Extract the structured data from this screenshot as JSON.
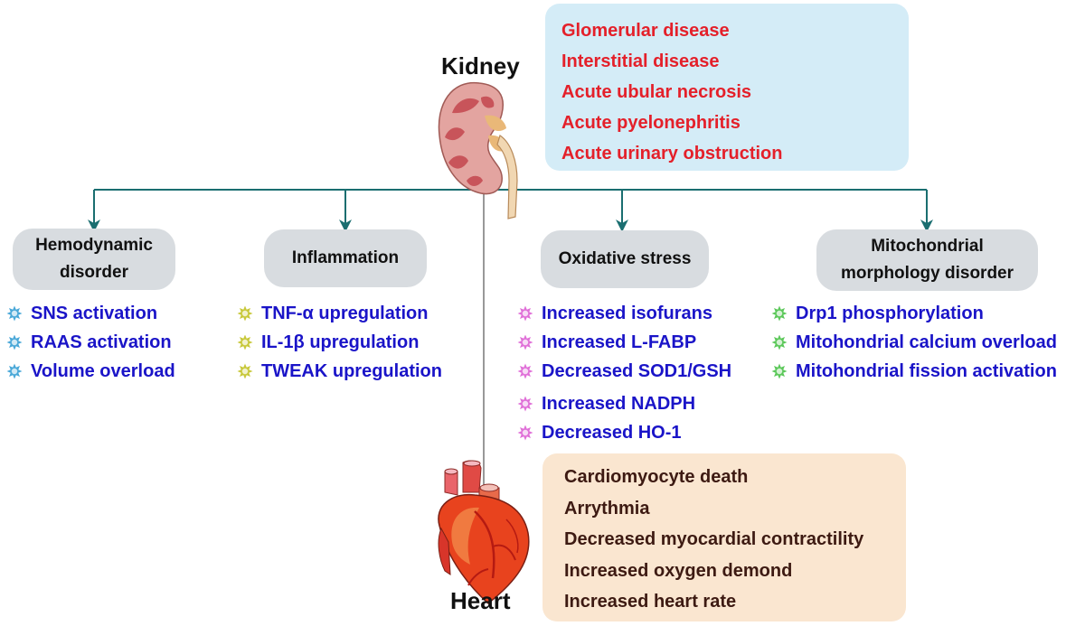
{
  "kidney_label": "Kidney",
  "heart_label": "Heart",
  "kidney_diseases": [
    "Glomerular disease",
    "Interstitial disease",
    "Acute ubular necrosis",
    "Acute pyelonephritis",
    "Acute urinary obstruction"
  ],
  "heart_effects": [
    "Cardiomyocyte death",
    "Arrythmia",
    "Decreased myocardial contractility",
    "Increased oxygen demond",
    "Increased heart rate"
  ],
  "mechanisms": [
    {
      "label": "Hemodynamic disorder",
      "bullet_color": "#4aa8d8",
      "items": [
        "SNS activation",
        "RAAS activation",
        "Volume overload"
      ]
    },
    {
      "label": "Inflammation",
      "bullet_color": "#c8c83a",
      "items": [
        "TNF-α upregulation",
        "IL-1β upregulation",
        "TWEAK upregulation"
      ]
    },
    {
      "label": "Oxidative stress",
      "bullet_color": "#e070d8",
      "items": [
        "Increased isofurans",
        "Increased L-FABP",
        "Decreased SOD1/GSH",
        "Increased NADPH",
        "Decreased HO-1"
      ]
    },
    {
      "label": "Mitochondrial morphology disorder",
      "bullet_color": "#5cc85a",
      "items": [
        "Drp1 phosphorylation",
        "Mitohondrial calcium overload",
        "Mitohondrial fission activation"
      ]
    }
  ],
  "colors": {
    "connector": "#1a6e70",
    "kidney_disease_text": "#e4202a",
    "mechanism_item_text": "#1a14c8",
    "heart_effect_text": "#3d1a12",
    "kidney_box_fill": "#d4ecf7",
    "heart_box_fill": "#fae6d0",
    "pill_fill": "#d8dce0"
  }
}
